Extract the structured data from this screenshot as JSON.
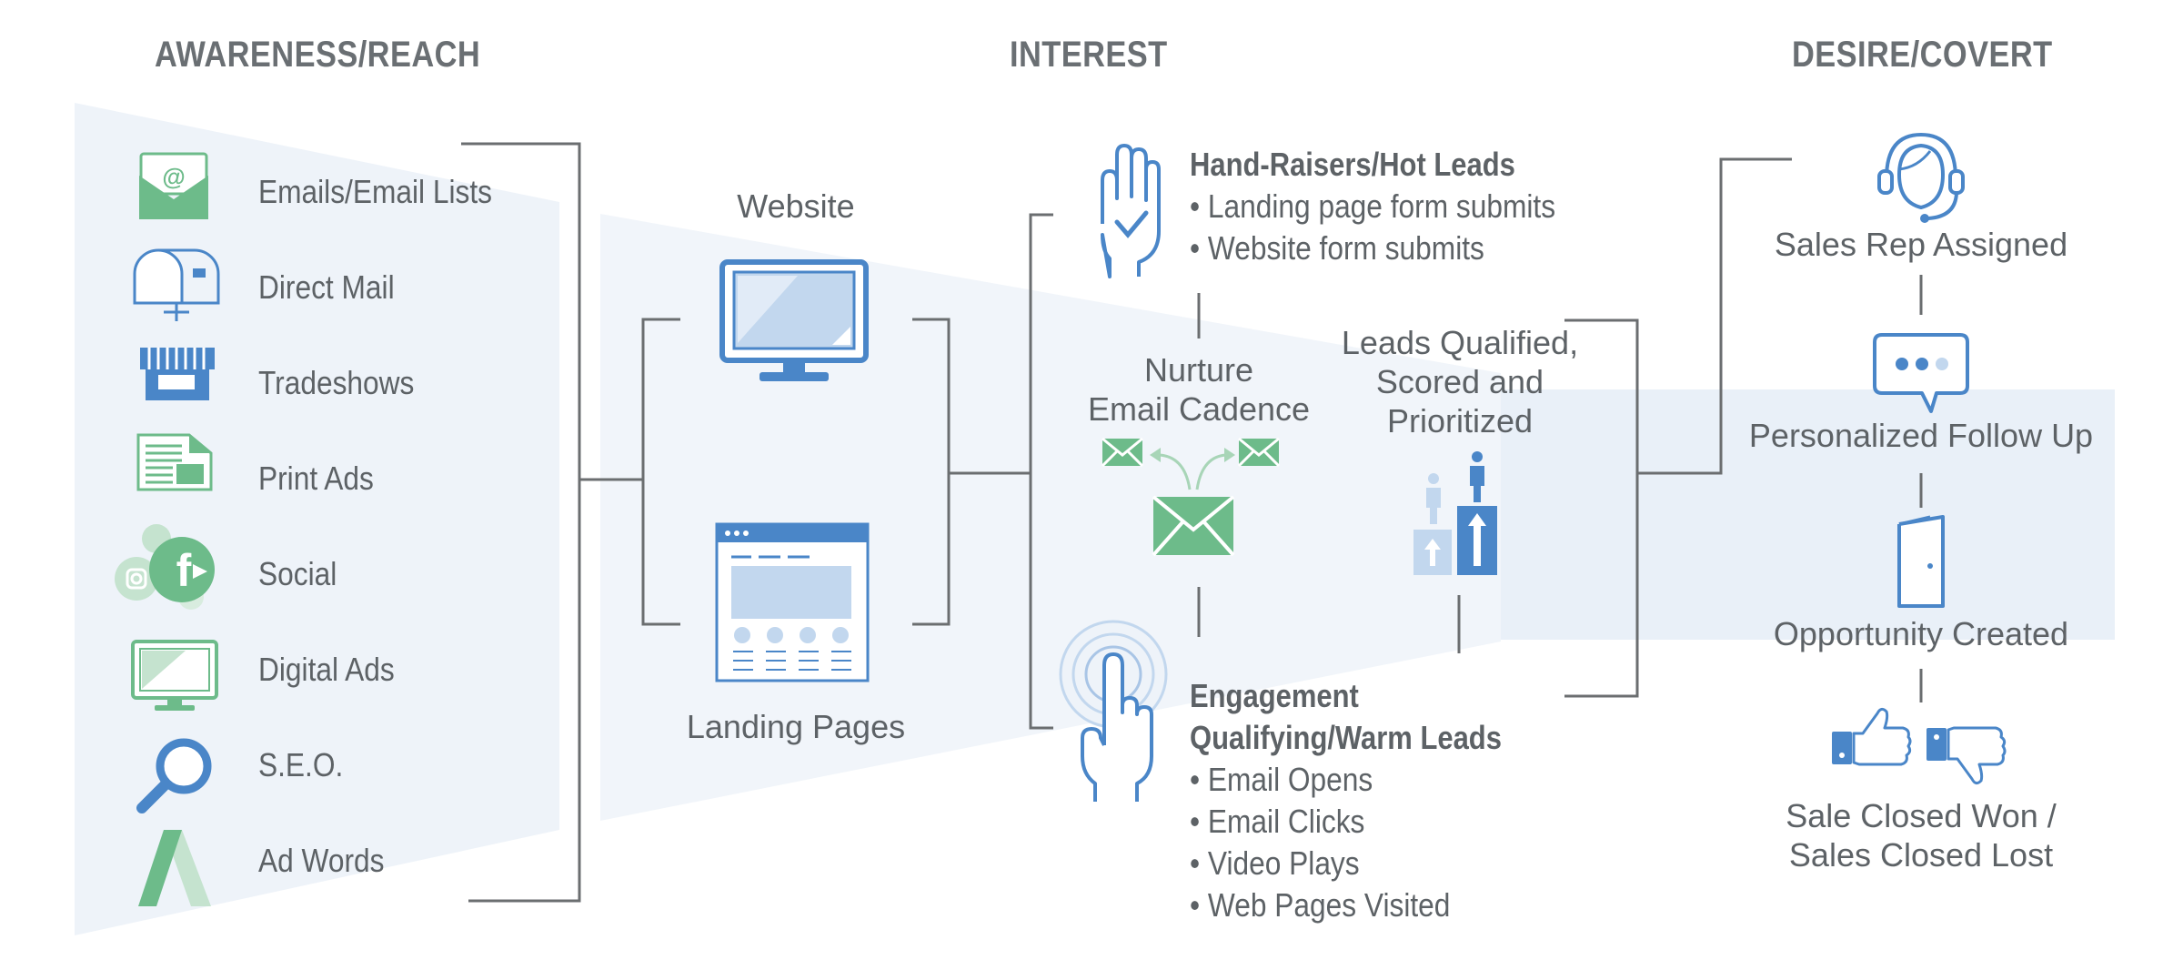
{
  "headers": {
    "awareness": "AWARENESS/REACH",
    "interest": "INTEREST",
    "desire": "DESIRE/COVERT"
  },
  "awareness_items": [
    {
      "label": "Emails/Email Lists",
      "icon": "email-envelope-icon"
    },
    {
      "label": "Direct Mail",
      "icon": "mailbox-icon"
    },
    {
      "label": "Tradeshows",
      "icon": "storefront-icon"
    },
    {
      "label": "Print Ads",
      "icon": "print-ad-icon"
    },
    {
      "label": "Social",
      "icon": "social-media-icon"
    },
    {
      "label": "Digital Ads",
      "icon": "monitor-icon"
    },
    {
      "label": "S.E.O.",
      "icon": "magnifier-icon"
    },
    {
      "label": "Ad Words",
      "icon": "adwords-icon"
    }
  ],
  "channels": {
    "website": "Website",
    "landing_pages": "Landing Pages"
  },
  "hot_leads": {
    "title": "Hand-Raisers/Hot Leads",
    "bullets": [
      "• Landing page form submits",
      "• Website form submits"
    ]
  },
  "nurture": {
    "line1": "Nurture",
    "line2": "Email Cadence"
  },
  "qualified": {
    "line1": "Leads Qualified,",
    "line2": "Scored and",
    "line3": "Prioritized"
  },
  "warm_leads": {
    "title1": "Engagement",
    "title2": "Qualifying/Warm Leads",
    "bullets": [
      "• Email Opens",
      "• Email Clicks",
      "• Video Plays",
      "• Web Pages Visited"
    ]
  },
  "desire_steps": {
    "rep": "Sales Rep Assigned",
    "followup": "Personalized Follow Up",
    "opportunity": "Opportunity Created",
    "closed1": "Sale Closed Won /",
    "closed2": "Sales Closed Lost"
  },
  "colors": {
    "green": "#6dbb8a",
    "blue": "#4a86c8",
    "light_blue": "#c2d7ee",
    "funnel": "#eef3f9",
    "connector": "#6b6e70",
    "text": "#5d6266"
  }
}
